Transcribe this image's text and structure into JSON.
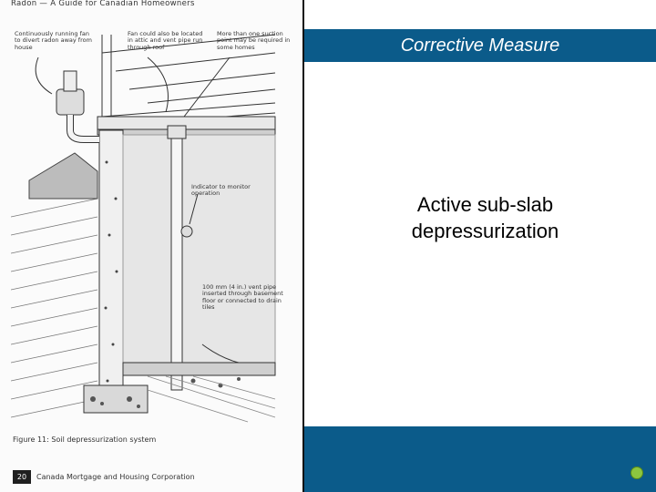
{
  "scan": {
    "header": "Radon — A Guide for Canadian Homeowners",
    "callouts": {
      "fan_house": "Continuously running fan to divert radon away from house",
      "fan_attic": "Fan could also be located in attic and vent pipe run through roof",
      "suction_point": "More than one suction point may be required in some homes",
      "indicator": "Indicator to monitor operation",
      "vent_pipe": "100 mm (4 in.) vent pipe inserted through basement floor or connected to drain tiles"
    },
    "figure_caption": "Figure 11: Soil depressurization system",
    "page_number": "20",
    "footer": "Canada Mortgage and Housing Corporation"
  },
  "slide": {
    "title": "Corrective Measure",
    "body_line1": "Active sub-slab",
    "body_line2": "depressurization"
  },
  "colors": {
    "bar": "#0b5b8a",
    "dot": "#8cc63f"
  }
}
